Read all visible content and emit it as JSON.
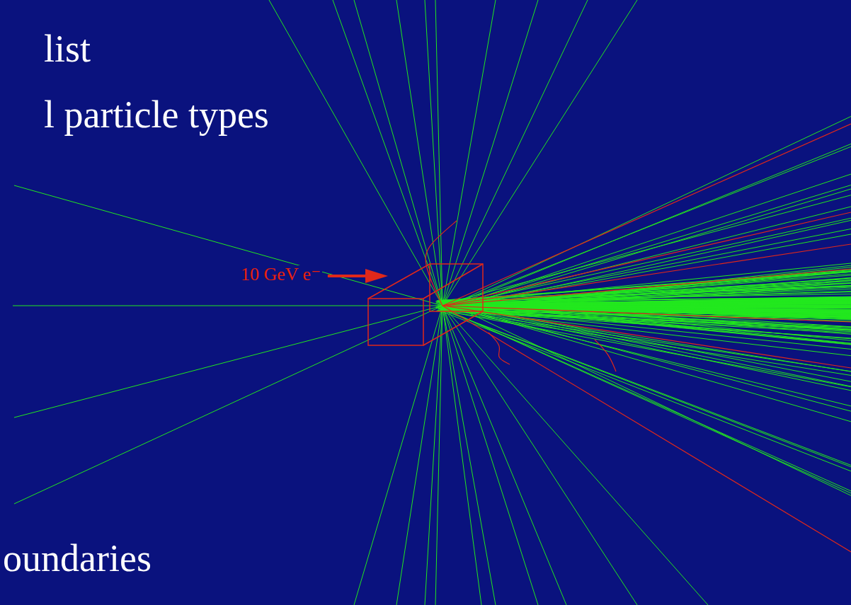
{
  "diagram": {
    "labels": [
      "list",
      "l particle types",
      "10 GeV e⁻",
      "oundaries"
    ]
  }
}
